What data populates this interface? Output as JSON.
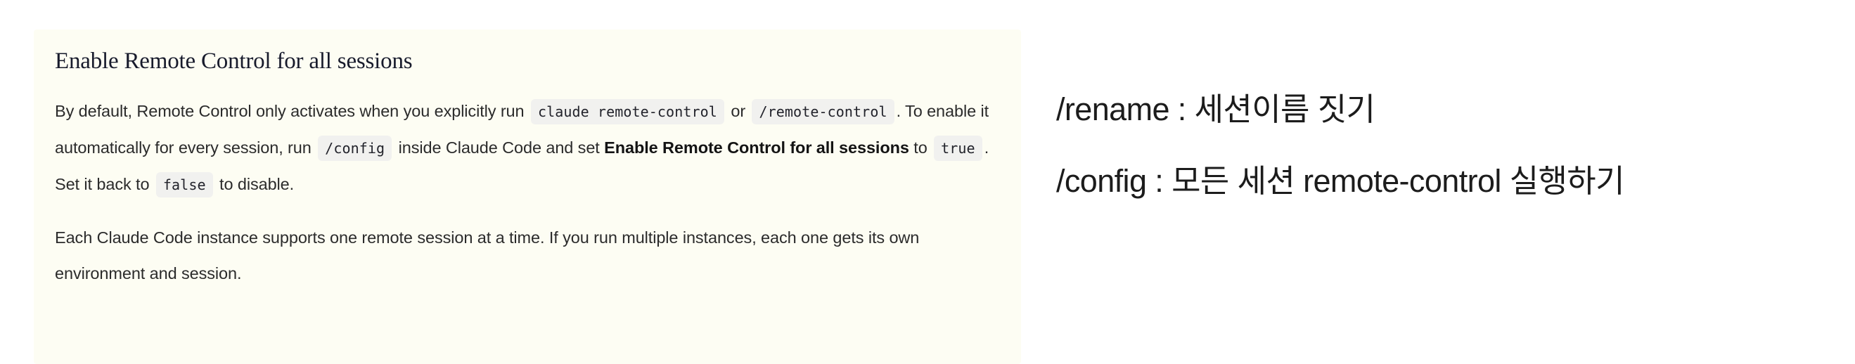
{
  "doc_card": {
    "background_color": "#fdfdf3",
    "heading": "Enable Remote Control for all sessions",
    "paragraph_1": {
      "seg_1": "By default, Remote Control only activates when you explicitly run",
      "code_1": "claude remote-control",
      "seg_2": "or",
      "code_2": "/remote-control",
      "seg_3": ". To enable it automatically for every session, run",
      "code_3": "/config",
      "seg_4": "inside Claude Code and set",
      "bold_1": "Enable Remote Control for all sessions",
      "seg_5": "to",
      "code_4": "true",
      "seg_6": ". Set it back to",
      "code_5": "false",
      "seg_7": "to disable."
    },
    "paragraph_2": "Each Claude Code instance supports one remote session at a time. If you run multiple instances, each one gets its own environment and session."
  },
  "notes_panel": {
    "background_color": "#ffffff",
    "text_color": "#1c1c1c",
    "lines": [
      {
        "text": "/rename : 세션이름 짓기"
      },
      {
        "text": "/config : 모든 세션 remote-control 실행하기"
      }
    ]
  }
}
